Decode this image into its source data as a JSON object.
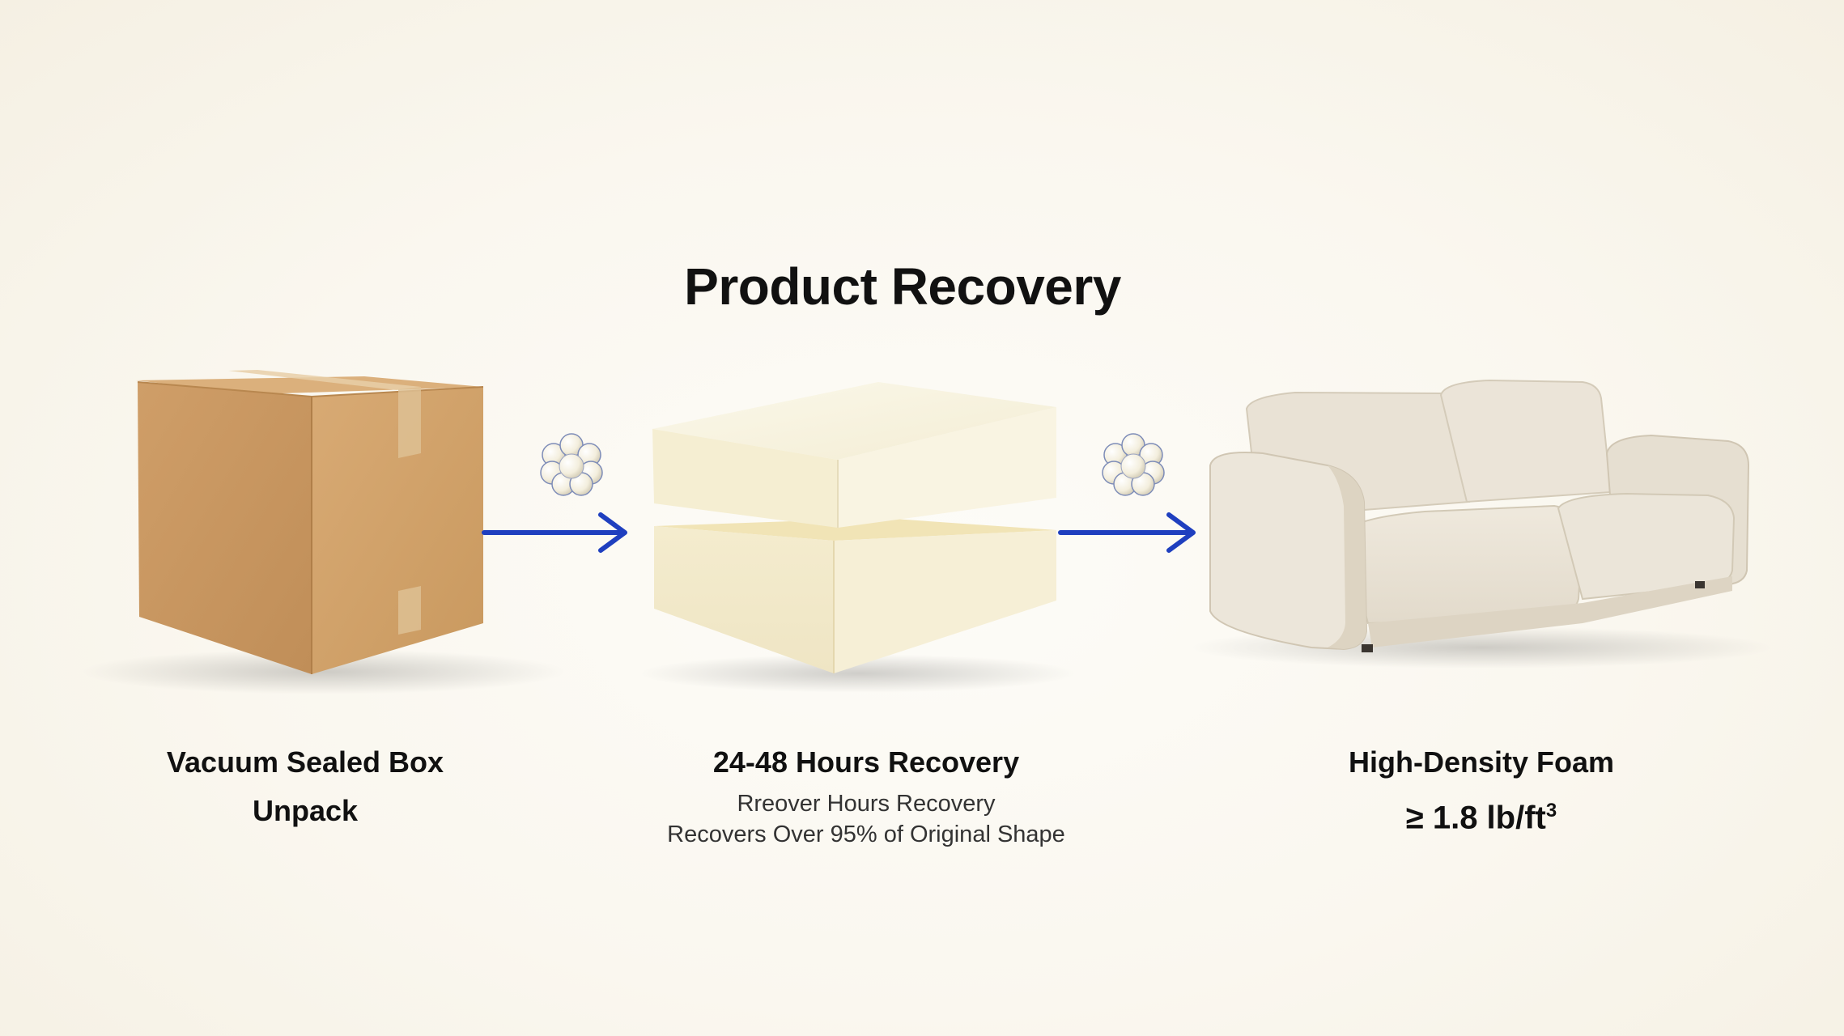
{
  "title": "Product Recovery",
  "stages": [
    {
      "label": "Vacuum Sealed Box",
      "sublabel": "Unpack"
    },
    {
      "label": "24-48 Hours Recovery",
      "detail_1": "Rreover Hours Recovery",
      "detail_2": "Recovers Over 95% of Original Shape"
    },
    {
      "label": "High-Density Foam",
      "spec": "≥ 1.8 lb/ft",
      "spec_exp": "3"
    }
  ],
  "icons": [
    "cardboard-box-icon",
    "foam-blocks-icon",
    "sofa-icon",
    "foam-cluster-icon",
    "arrow-right-icon"
  ],
  "colors": {
    "arrow": "#1f3fbf",
    "box": "#c99a66",
    "foam": "#f6f1dc",
    "sofa": "#ece6da"
  }
}
